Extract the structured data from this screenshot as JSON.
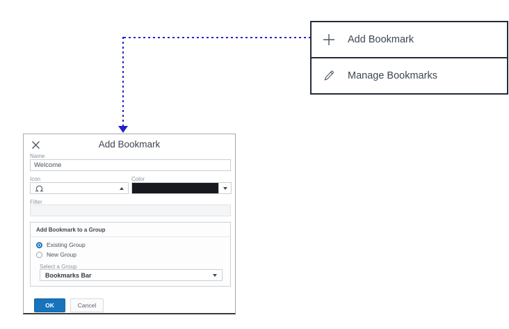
{
  "menu": {
    "items": [
      {
        "label": "Add Bookmark",
        "icon": "plus-icon"
      },
      {
        "label": "Manage Bookmarks",
        "icon": "pencil-icon"
      }
    ]
  },
  "dialog": {
    "title": "Add Bookmark",
    "name_field": {
      "label": "Name",
      "value": "Welcome"
    },
    "icon_field": {
      "label": "Icon",
      "selected_icon": "bookmark-glyph"
    },
    "color_field": {
      "label": "Color",
      "selected_color": "#17191e"
    },
    "filter_field": {
      "label": "Filter",
      "value": ""
    },
    "group_section": {
      "title": "Add Bookmark to a Group",
      "options": [
        {
          "label": "Existing Group",
          "selected": true
        },
        {
          "label": "New Group",
          "selected": false
        }
      ],
      "select_label": "Select a Group",
      "selected_group": "Bookmarks Bar"
    },
    "ok_label": "OK",
    "cancel_label": "Cancel"
  },
  "colors": {
    "accent_blue": "#1873bd",
    "arrow_blue": "#2222c8",
    "menu_border": "#232a38",
    "swatch_black": "#17191e"
  }
}
